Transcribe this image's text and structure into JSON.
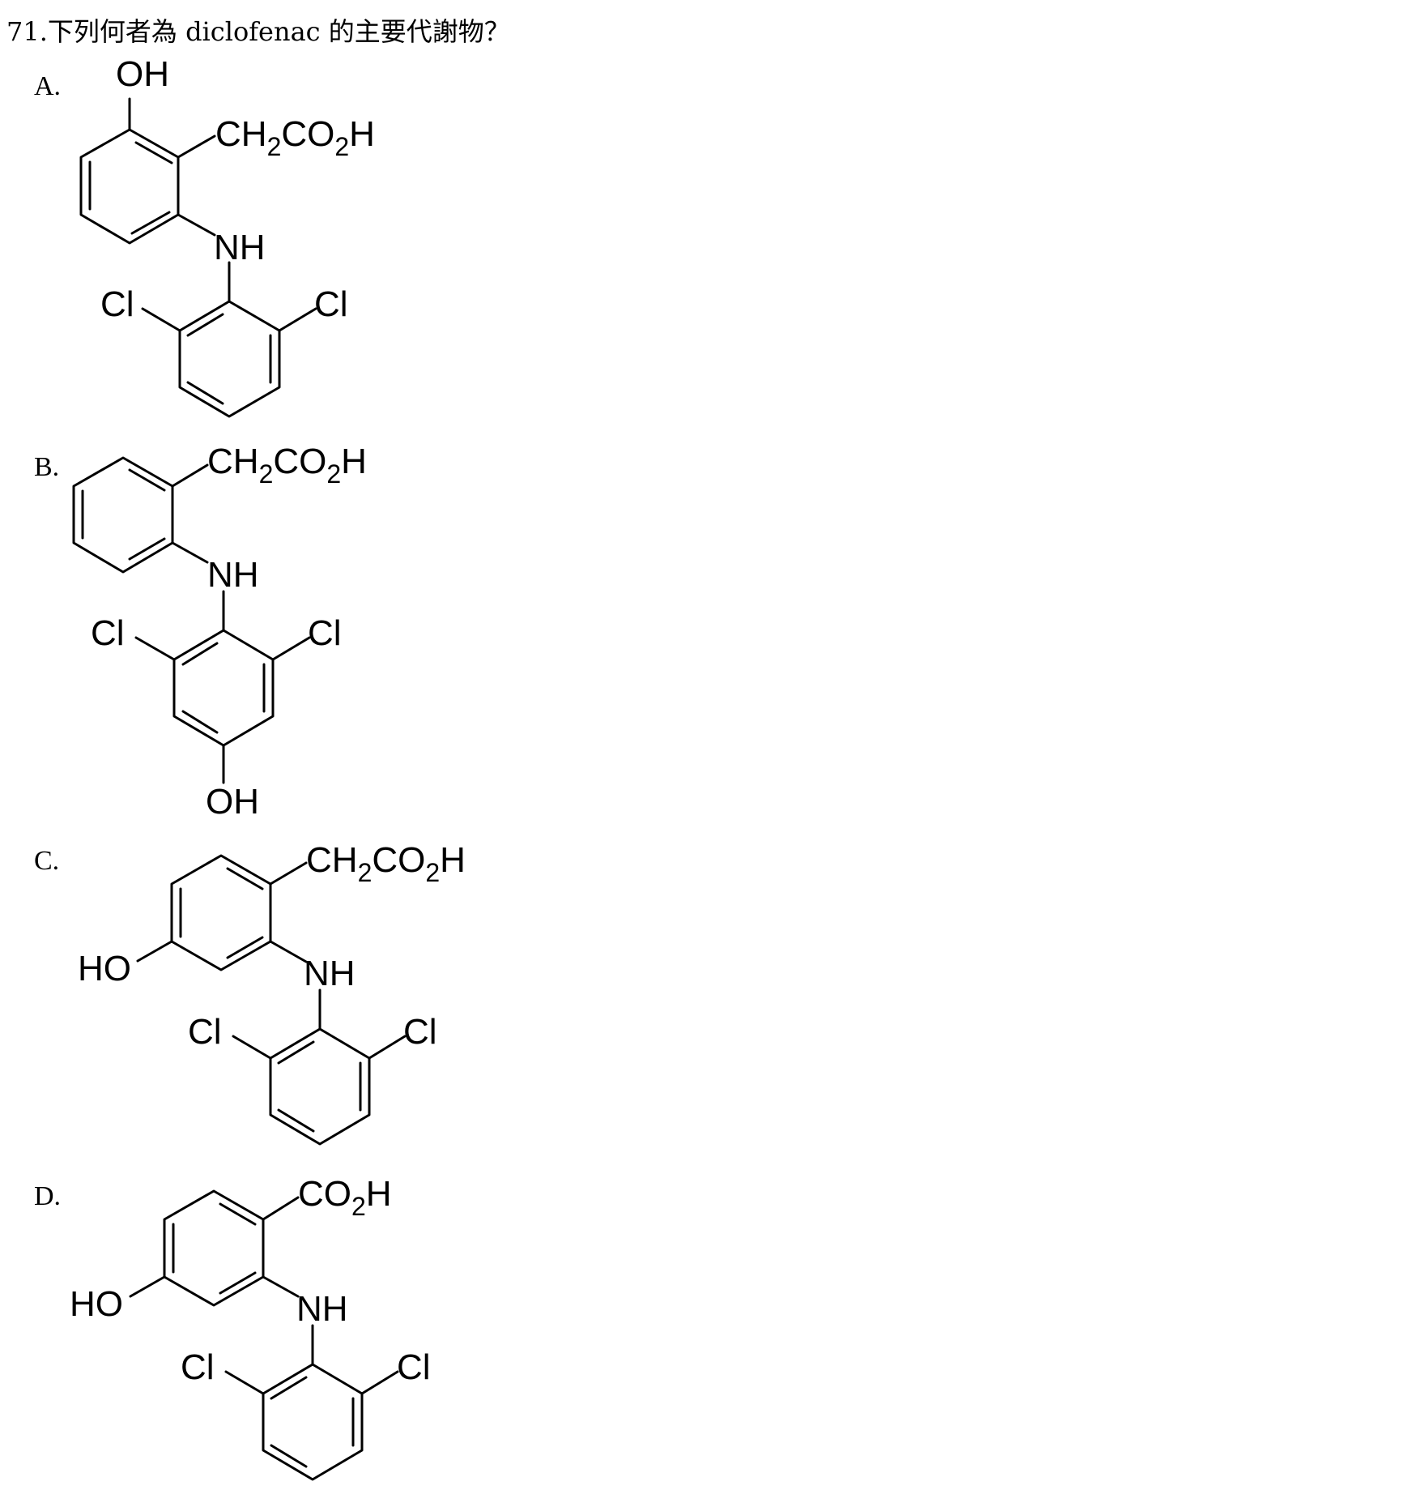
{
  "question": {
    "text": "71.下列何者為 diclofenac 的主要代謝物？"
  },
  "options": [
    {
      "label": "A.",
      "groups": {
        "oh": "OH",
        "ch2": "CH",
        "sub1": "2",
        "co": "CO",
        "sub2": "2",
        "h": "H",
        "nh": "NH",
        "cl_left": "Cl",
        "cl_right": "Cl"
      }
    },
    {
      "label": "B.",
      "groups": {
        "ch2": "CH",
        "sub1": "2",
        "co": "CO",
        "sub2": "2",
        "h": "H",
        "nh": "NH",
        "cl_left": "Cl",
        "cl_right": "Cl",
        "oh": "OH"
      }
    },
    {
      "label": "C.",
      "groups": {
        "ch2": "CH",
        "sub1": "2",
        "co": "CO",
        "sub2": "2",
        "h": "H",
        "ho": "HO",
        "nh": "NH",
        "cl_left": "Cl",
        "cl_right": "Cl"
      }
    },
    {
      "label": "D.",
      "groups": {
        "co": "CO",
        "sub2": "2",
        "h": "H",
        "ho": "HO",
        "nh": "NH",
        "cl_left": "Cl",
        "cl_right": "Cl"
      }
    }
  ]
}
